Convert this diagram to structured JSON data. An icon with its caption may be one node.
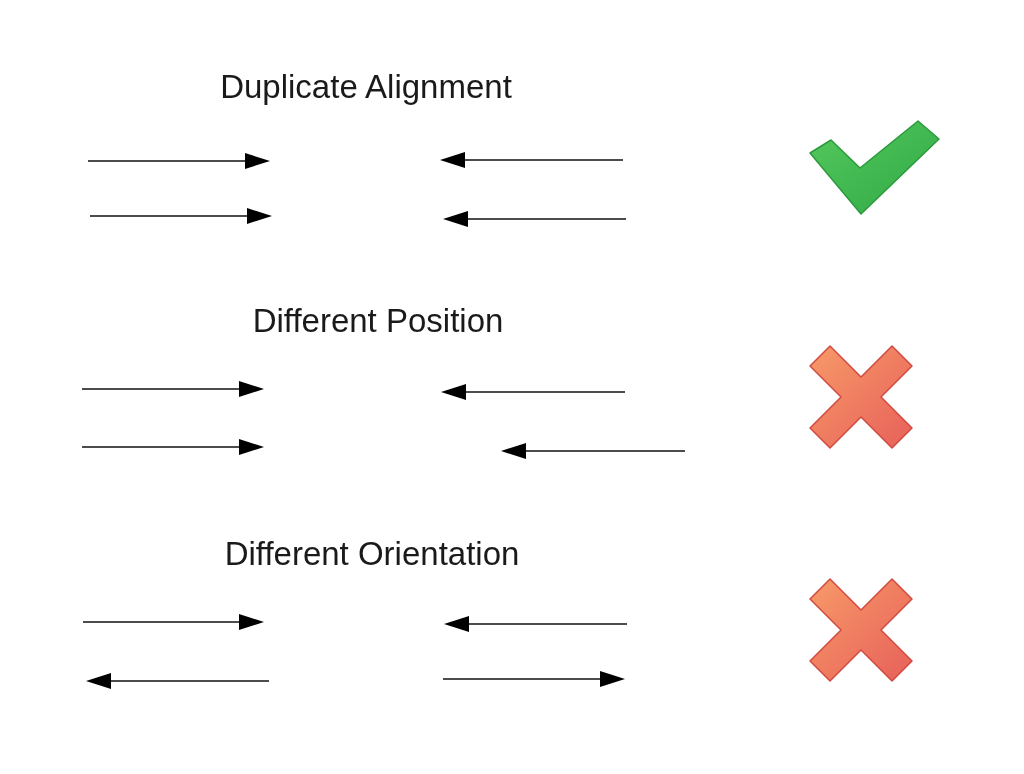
{
  "diagram": {
    "labels": [
      "Duplicate Alignment",
      "Different Position",
      "Different Orientation"
    ]
  }
}
